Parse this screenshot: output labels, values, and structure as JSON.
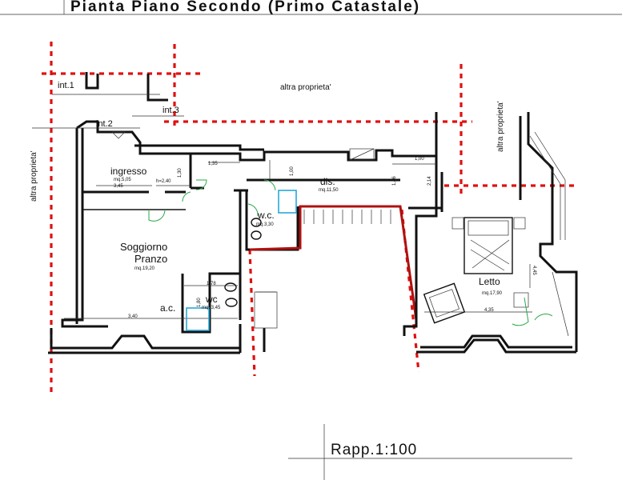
{
  "title": "Pianta  Piano  Secondo (Primo Catastale)",
  "scale": "Rapp.1:100",
  "labels": {
    "int1": "int.1",
    "int2": "int.2",
    "int3": "int.3",
    "altra_top": "altra proprieta'",
    "altra_left": "altra proprieta'",
    "altra_right": "altra proprieta'"
  },
  "rooms": {
    "ingresso": {
      "name": "ingresso",
      "area": "mq.5,05"
    },
    "soggiorno": {
      "name1": "Soggiorno",
      "name2": "Pranzo",
      "area": "mq.19,20"
    },
    "dis": {
      "name": "dis.",
      "area": "mq.11,50"
    },
    "wc_upper": {
      "name": "w.c.",
      "area": "mq.3,30"
    },
    "wc_lower": {
      "name": "wc",
      "area": "mq. 3,45"
    },
    "ac": {
      "name": "a.c."
    },
    "letto": {
      "name": "Letto",
      "area": "mq.17,90"
    }
  },
  "dims": {
    "d345": "3,45",
    "h240": "h=2,40",
    "d135": "1,35",
    "d130": "1,30",
    "d100a": "1,00",
    "d146": "1,46",
    "d100b": "1,00",
    "d214": "2,14",
    "d178": "1,78",
    "d180": "1,80",
    "d340": "3,40",
    "d435": "4,35",
    "d445": "4,45"
  }
}
